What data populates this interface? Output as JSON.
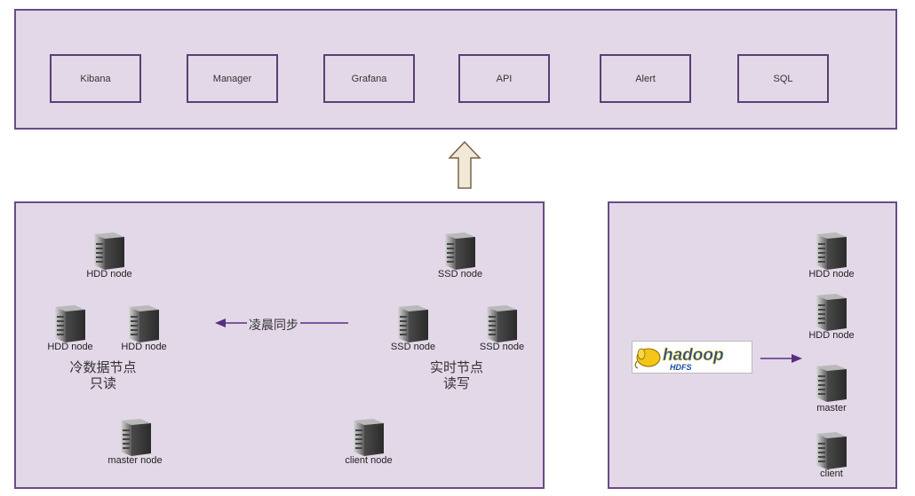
{
  "top_tools": [
    "Kibana",
    "Manager",
    "Grafana",
    "API",
    "Alert",
    "SQL"
  ],
  "es_cluster": {
    "cold_top": "HDD node",
    "cold_left": "HDD node",
    "cold_right": "HDD node",
    "cold_caption_line1": "冷数据节点",
    "cold_caption_line2": "只读",
    "sync_label": "凌晨同步",
    "hot_top": "SSD node",
    "hot_left": "SSD node",
    "hot_right": "SSD node",
    "hot_caption_line1": "实时节点",
    "hot_caption_line2": "读写",
    "master": "master node",
    "client": "client node"
  },
  "hdfs_cluster": {
    "logo_text": "hadoop",
    "logo_subtext": "HDFS",
    "node1": "HDD node",
    "node2": "HDD node",
    "master": "master",
    "client": "client"
  },
  "colors": {
    "panel_fill": "#e3d8e8",
    "panel_border": "#6b4b86",
    "arrow": "#5a2d82",
    "up_arrow_fill": "#f2e8d8",
    "up_arrow_stroke": "#7a6248"
  }
}
